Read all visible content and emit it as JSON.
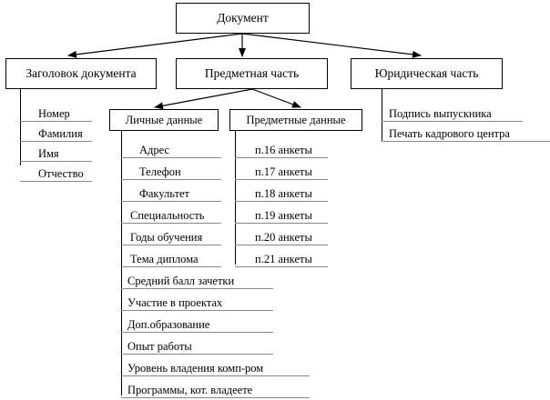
{
  "diagram": {
    "title_root": "Документ",
    "level2": [
      {
        "id": "header",
        "label": "Заголовок документа"
      },
      {
        "id": "subject",
        "label": "Предметная часть"
      },
      {
        "id": "legal",
        "label": "Юридическая часть"
      }
    ],
    "level3": [
      {
        "id": "personal",
        "label": "Личные данные"
      },
      {
        "id": "subject-data",
        "label": "Предметные данные"
      }
    ],
    "header_items": [
      "Номер",
      "Фамилия",
      "Имя",
      "Отчество"
    ],
    "personal_items": [
      "Адрес",
      "Телефон",
      "Факультет",
      "Специальность",
      "Годы обучения",
      "Тема диплома",
      "Средний балл зачетки",
      "Участие в проектах",
      "Доп.образование",
      "Опыт работы",
      "Уровень владения комп-ром",
      "Программы, кот. владеете"
    ],
    "subject_items": [
      "п.16 анкеты",
      "п.17 анкеты",
      "п.18 анкеты",
      "п.19 анкеты",
      "п.20 анкеты",
      "п.21 анкеты"
    ],
    "legal_items": [
      "Подпись выпускника",
      "Печать кадрового центра"
    ],
    "colors": {
      "line": "#000000",
      "rule": "#8a8a8a",
      "background": "#ffffff",
      "text": "#000000"
    }
  }
}
